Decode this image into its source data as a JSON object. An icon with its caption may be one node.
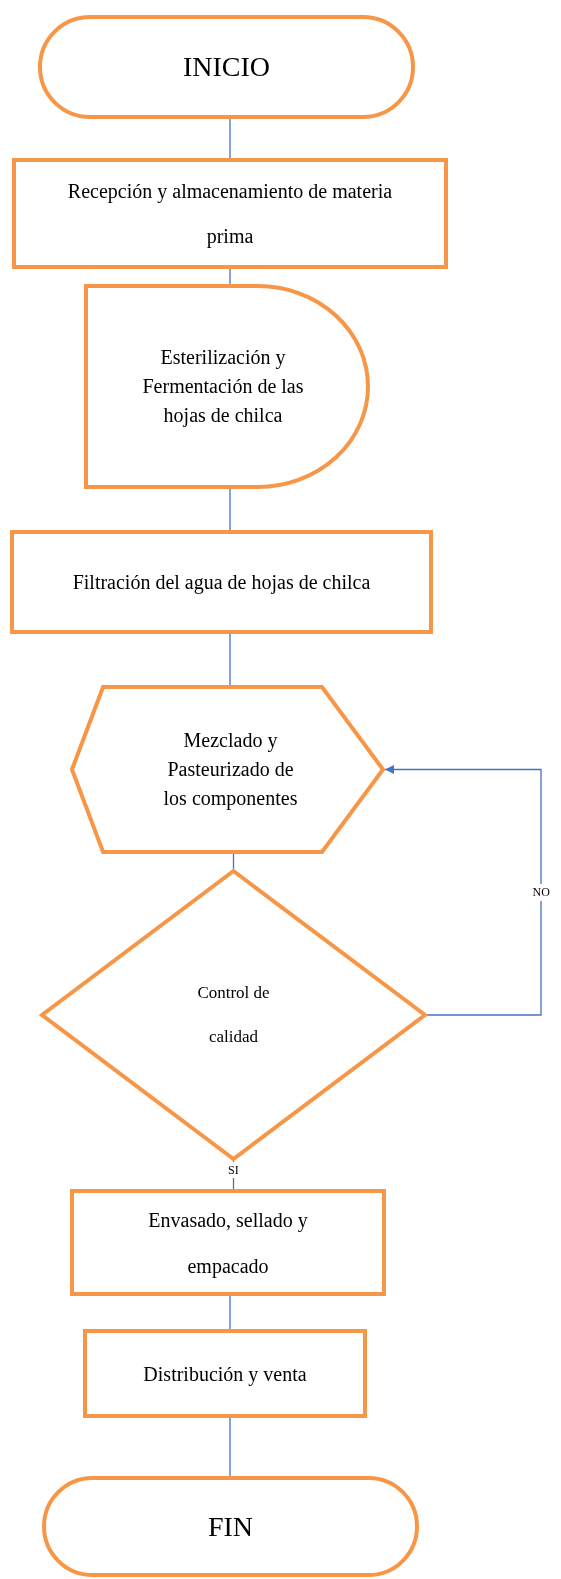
{
  "diagram": {
    "nodes": [
      {
        "text": [
          "INICIO"
        ]
      },
      {
        "text": [
          "Recepción y almacenamiento de materia prima"
        ]
      },
      {
        "text": [
          "Esterilización y Fermentación de las hojas de chilca"
        ]
      },
      {
        "text": [
          "Filtración del agua de hojas de chilca"
        ]
      },
      {
        "text": [
          "Mezclado y Pasteurizado de los componentes"
        ]
      },
      {
        "text": [
          "Control de calidad"
        ]
      },
      {
        "text": [
          "Envasado, sellado y empacado"
        ]
      },
      {
        "text": [
          "Distribución y venta"
        ]
      },
      {
        "text": [
          "FIN"
        ]
      }
    ],
    "edges": [
      {
        "from": 0,
        "to": 1,
        "arrow": "none"
      },
      {
        "from": 1,
        "to": 2,
        "arrow": "none"
      },
      {
        "from": 2,
        "to": 3,
        "arrow": "none"
      },
      {
        "from": 3,
        "to": 4,
        "arrow": "none"
      },
      {
        "from": 4,
        "to": 5,
        "arrow": "none"
      },
      {
        "from": 5,
        "to": 4,
        "arrow": "to",
        "label": "NO"
      },
      {
        "from": 5,
        "to": 6,
        "arrow": "none",
        "label": "SI"
      },
      {
        "from": 6,
        "to": 7,
        "arrow": "none"
      },
      {
        "from": 7,
        "to": 8,
        "arrow": "none"
      }
    ]
  }
}
